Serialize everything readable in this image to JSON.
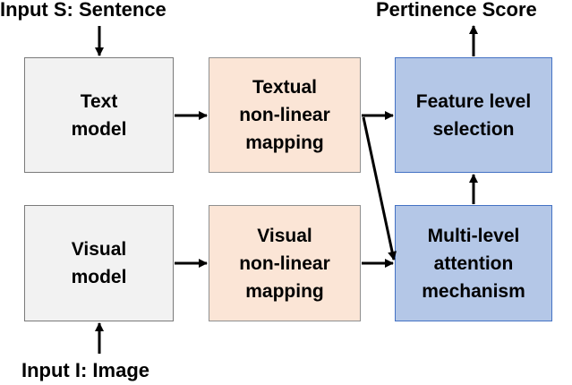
{
  "labels": {
    "input_s": "Input S: Sentence",
    "input_i": "Input I: Image",
    "output": "Pertinence Score"
  },
  "boxes": {
    "text_model": "Text\nmodel",
    "visual_model": "Visual\nmodel",
    "textual_mapping": "Textual\nnon-linear\nmapping",
    "visual_mapping": "Visual\nnon-linear\nmapping",
    "feature_selection": "Feature level\nselection",
    "attention": "Multi-level\nattention\nmechanism"
  },
  "colors": {
    "model_fill": "#f2f2f2",
    "mapping_fill": "#fbe5d6",
    "selection_fill": "#b4c7e7",
    "selection_border": "#4472c4"
  }
}
